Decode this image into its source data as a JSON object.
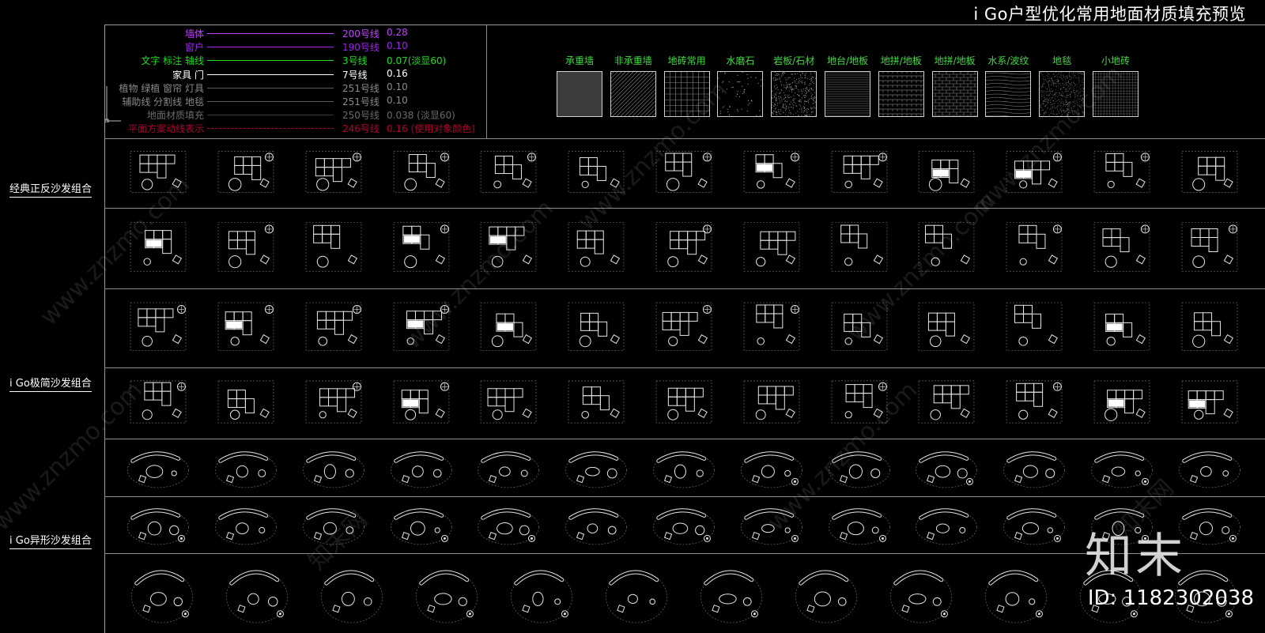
{
  "title": "i Go户型优化常用地面材质填充预览",
  "legend": {
    "rows": [
      {
        "label": "墙体",
        "code": "200号线",
        "value": "0.28",
        "color": "#c040ff"
      },
      {
        "label": "窗户",
        "code": "190号线",
        "value": "0.10",
        "color": "#a020f0"
      },
      {
        "label": "文字 标注 轴线",
        "code": "3号线",
        "value": "0.07(淡显60)",
        "color": "#19e019"
      },
      {
        "label": "家具 门",
        "code": "7号线",
        "value": "0.16",
        "color": "#ffffff"
      },
      {
        "label": "植物 绿植 窗帘 灯具",
        "code": "251号线",
        "value": "0.10",
        "color": "#5a5a5a"
      },
      {
        "label": "辅助线 分割线 地毯",
        "code": "251号线",
        "value": "0.10",
        "color": "#5a5a5a"
      },
      {
        "label": "地面材质填充",
        "code": "250号线",
        "value": "0.038 (淡显60)",
        "color": "#3a3a3a"
      },
      {
        "label": "平面方案动线表示",
        "code": "246号线",
        "value": "0.16 (使用对象颜色)",
        "color": "#b00030"
      }
    ]
  },
  "materials": [
    {
      "label": "承重墙",
      "pattern": "solid"
    },
    {
      "label": "非承重墙",
      "pattern": "diagonal"
    },
    {
      "label": "地砖常用",
      "pattern": "grid"
    },
    {
      "label": "水磨石",
      "pattern": "speckle"
    },
    {
      "label": "岩板/石材",
      "pattern": "dense-dots"
    },
    {
      "label": "地台/地板",
      "pattern": "horizontal"
    },
    {
      "label": "地拼/地板",
      "pattern": "herringbone"
    },
    {
      "label": "地拼/地板",
      "pattern": "parquet"
    },
    {
      "label": "水系/波纹",
      "pattern": "waves"
    },
    {
      "label": "地毯",
      "pattern": "fine-dots"
    },
    {
      "label": "小地砖",
      "pattern": "fine-grid"
    }
  ],
  "categories": [
    {
      "label": "经典正反沙发组合"
    },
    {
      "label": "i Go极简沙发组合"
    },
    {
      "label": "i Go异形沙发组合"
    }
  ],
  "watermark": {
    "logo": "知末",
    "id": "ID: 1182302038",
    "site": "www.znzmo.com",
    "brand": "知末网"
  }
}
